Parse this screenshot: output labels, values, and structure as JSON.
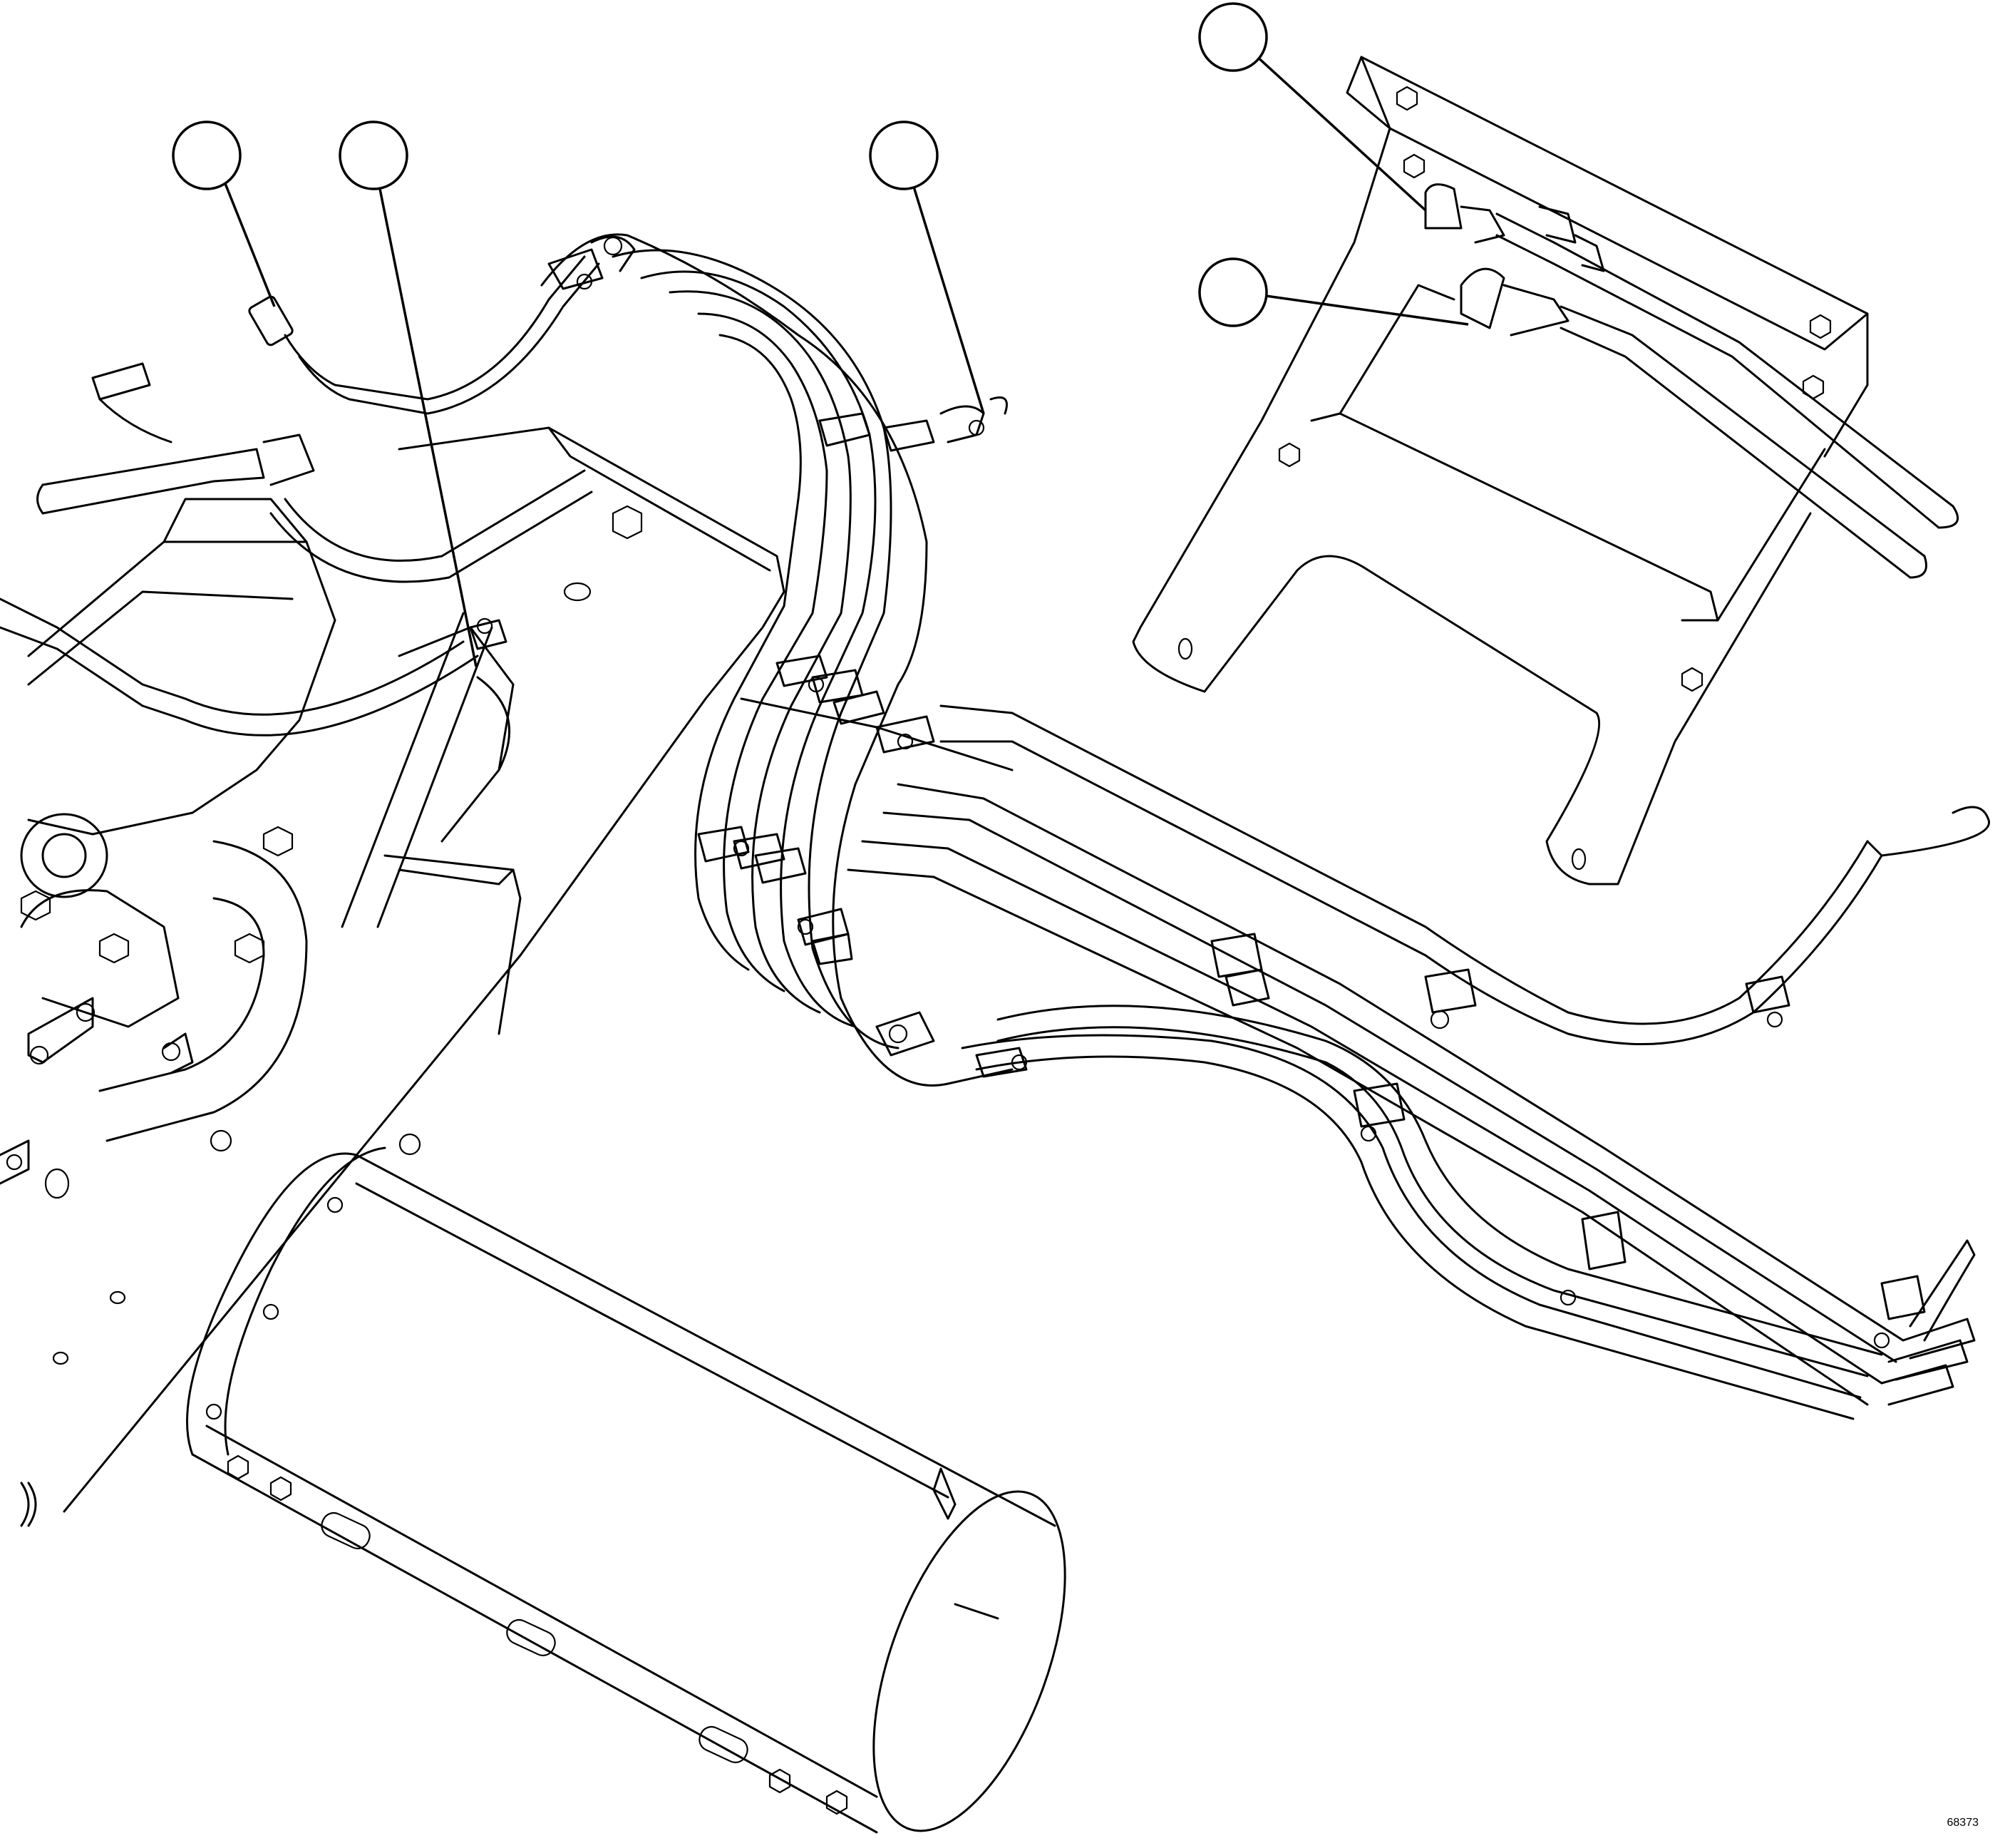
{
  "figure": {
    "id_label": "68373",
    "callouts": [
      {
        "name": "callout-1",
        "label": ""
      },
      {
        "name": "callout-2",
        "label": ""
      },
      {
        "name": "callout-3",
        "label": ""
      },
      {
        "name": "callout-4",
        "label": ""
      },
      {
        "name": "callout-5",
        "label": ""
      }
    ],
    "colors": {
      "line": "#000000",
      "background": "#ffffff"
    }
  }
}
